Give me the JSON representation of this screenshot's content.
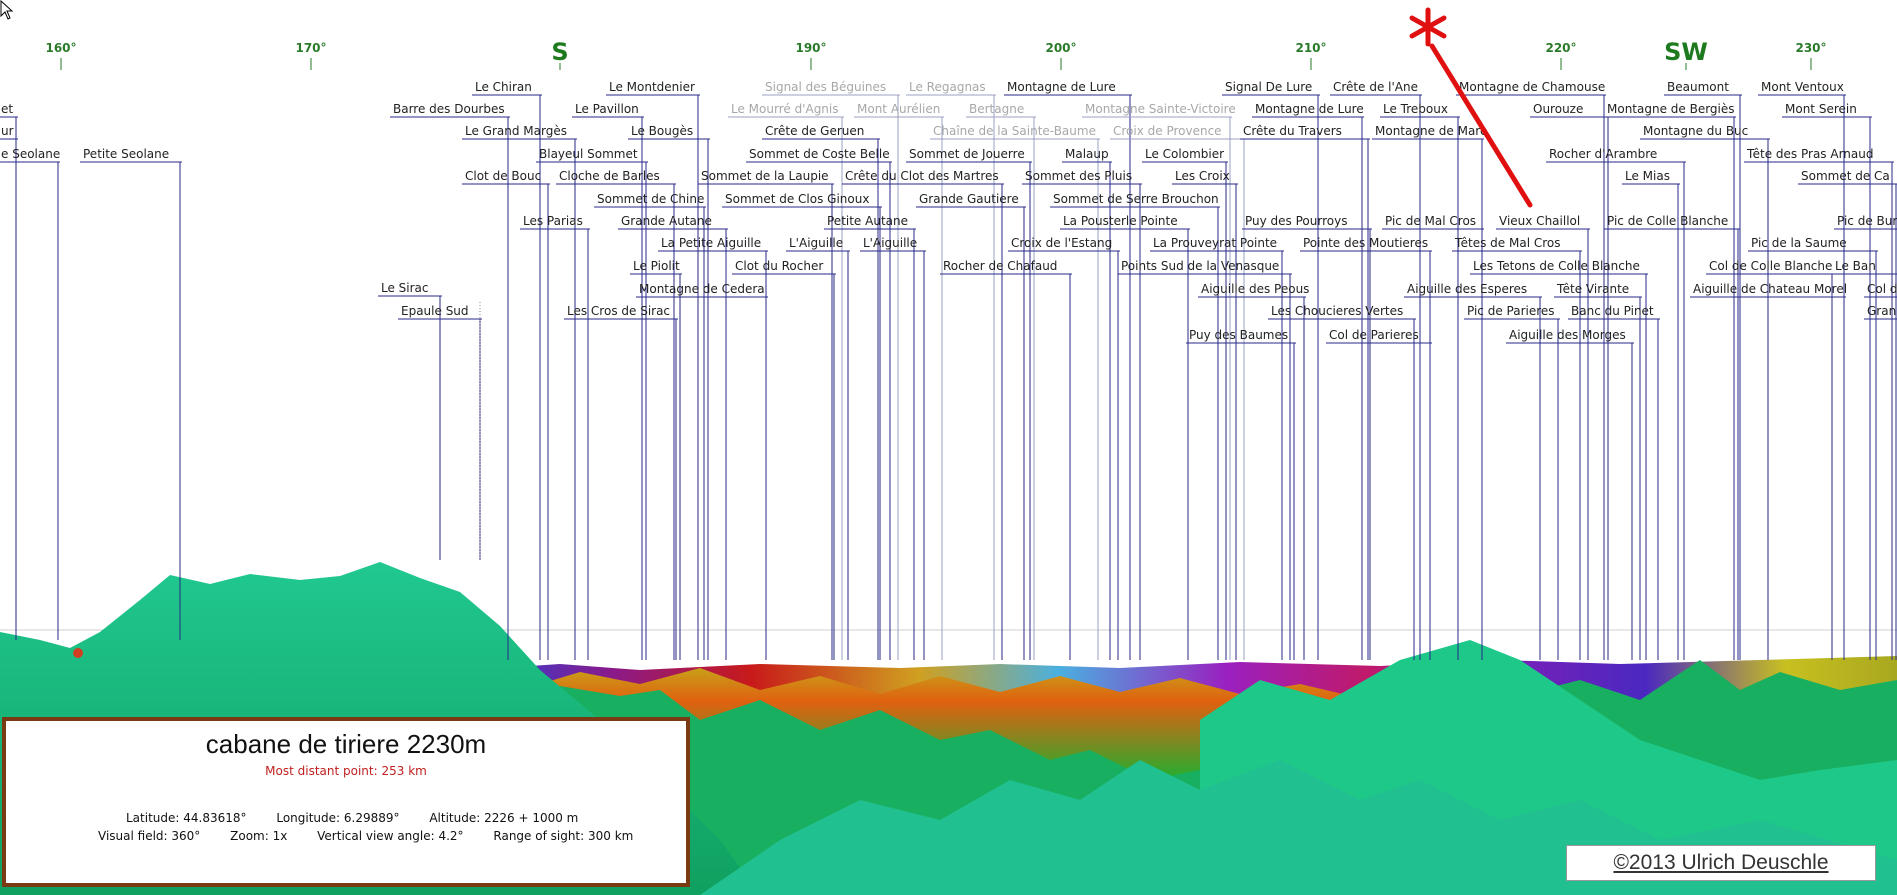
{
  "compass": {
    "ticks": [
      "160°",
      "170°",
      "190°",
      "200°",
      "210°",
      "220°",
      "230°"
    ],
    "directions": [
      "S",
      "SW"
    ]
  },
  "peaks": [
    "et",
    "ur",
    "e Seolane",
    "Petite Seolane",
    "Le Chiran",
    "Le Montdenier",
    "Barre des Dourbes",
    "Le Pavillon",
    "Le Grand Margès",
    "Le Bougès",
    "Blayeul Sommet",
    "Clot de Bouc",
    "Cloche de Barles",
    "Sommet de Chine",
    "Les Parias",
    "Grande Autane",
    "La Petite Aiguille",
    "Le Piolit",
    "Montagne de Cedera",
    "Les Cros de Sirac",
    "Le Sirac",
    "Epaule Sud",
    "Signal des Béguines",
    "Le Regagnas",
    "Le Mourré d'Agnis",
    "Mont Aurélien",
    "Bertagne",
    "Crête de Geruen",
    "Sommet de Coste Belle",
    "Sommet de la Laupie",
    "Crête du Clot des Martres",
    "Sommet de Clos Ginoux",
    "Petite Autane",
    "L'Aiguille",
    "L'Aiguille",
    "Clot du Rocher",
    "Montagne de Lure",
    "Chaîne de la Sainte-Baume",
    "Sommet de Jouerre",
    "Grande Gautiere",
    "Rocher de Chafaud",
    "Croix de l'Estang",
    "Montagne Sainte-Victoire",
    "Croix de Provence",
    "Malaup",
    "Le Colombier",
    "Sommet des Pluis",
    "Les Croix",
    "Sommet de Serre Brouchon",
    "La Pousterle Pointe",
    "La Prouveyrat Pointe",
    "Points Sud de la Venasque",
    "Aiguille des Peous",
    "Puy des Baumes",
    "Signal De Lure",
    "Crête de l'Ane",
    "Montagne de Lure",
    "Le Treboux",
    "Crête du Travers",
    "Montagne de Mare",
    "Puy des Pourroys",
    "Pic de Mal Cros",
    "Pointe des Moutieres",
    "Les Choucieres Vertes",
    "Col de Parieres",
    "Montagne de Chamouse",
    "Beaumont",
    "Mont Ventoux",
    "Ourouze",
    "Montagne de Bergiès",
    "Mont Serein",
    "Montagne du Buc",
    "Rocher d'Arambre",
    "Tête des Pras Arnaud",
    "Le Mias",
    "Sommet de Ca",
    "Vieux Chaillol",
    "Pic de Colle Blanche",
    "Pic de Bur",
    "Têtes de Mal Cros",
    "Pic de la Saume",
    "Les Tetons de Colle Blanche",
    "Col de Colle Blanche",
    "Le Ban",
    "Aiguille des Esperes",
    "Tête Virante",
    "Aiguille de Chateau Morel",
    "Col d",
    "Pic de Parieres",
    "Banc du Pinet",
    "Gran",
    "Aiguille des Morges"
  ],
  "info": {
    "title": "cabane de tiriere 2230m",
    "distant": "Most distant point: 253 km",
    "latitude": "Latitude: 44.83618°",
    "longitude": "Longitude: 6.29889°",
    "altitude": "Altitude: 2226 + 1000 m",
    "visual_field": "Visual field: 360°",
    "zoom": "Zoom: 1x",
    "vertical_angle": "Vertical view angle: 4.2°",
    "range": "Range of sight: 300 km"
  },
  "copyright": "©2013 Ulrich Deuschle",
  "colors": {
    "label_line": "#2a2a8a",
    "compass_green": "#2a7a2a",
    "infobox_border": "#7a3a14",
    "distant_red": "#c02020",
    "annotation_red": "#e01010"
  },
  "icons": {
    "cursor": "mouse-pointer-icon",
    "marker": "red-asterisk-marker-icon"
  }
}
